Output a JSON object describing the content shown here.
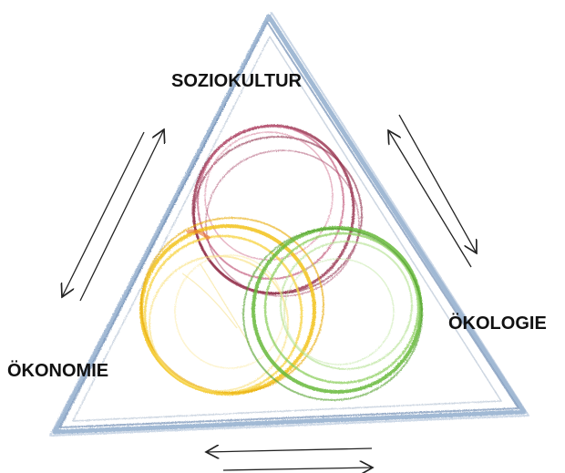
{
  "labels": {
    "top": "SOZIOKULTUR",
    "left": "ÖKONOMIE",
    "right": "ÖKOLOGIE"
  },
  "colors": {
    "triangle": "#8aa7c9",
    "triangle_inner": "#b9c6d6",
    "circle_top": "#9c3a55",
    "circle_left": "#f2c21a",
    "circle_right": "#66b83a",
    "arrows": "#222222"
  },
  "icons": {
    "arrows_left": "double-arrow-icon",
    "arrows_right": "double-arrow-icon",
    "arrows_bottom": "double-arrow-icon"
  }
}
